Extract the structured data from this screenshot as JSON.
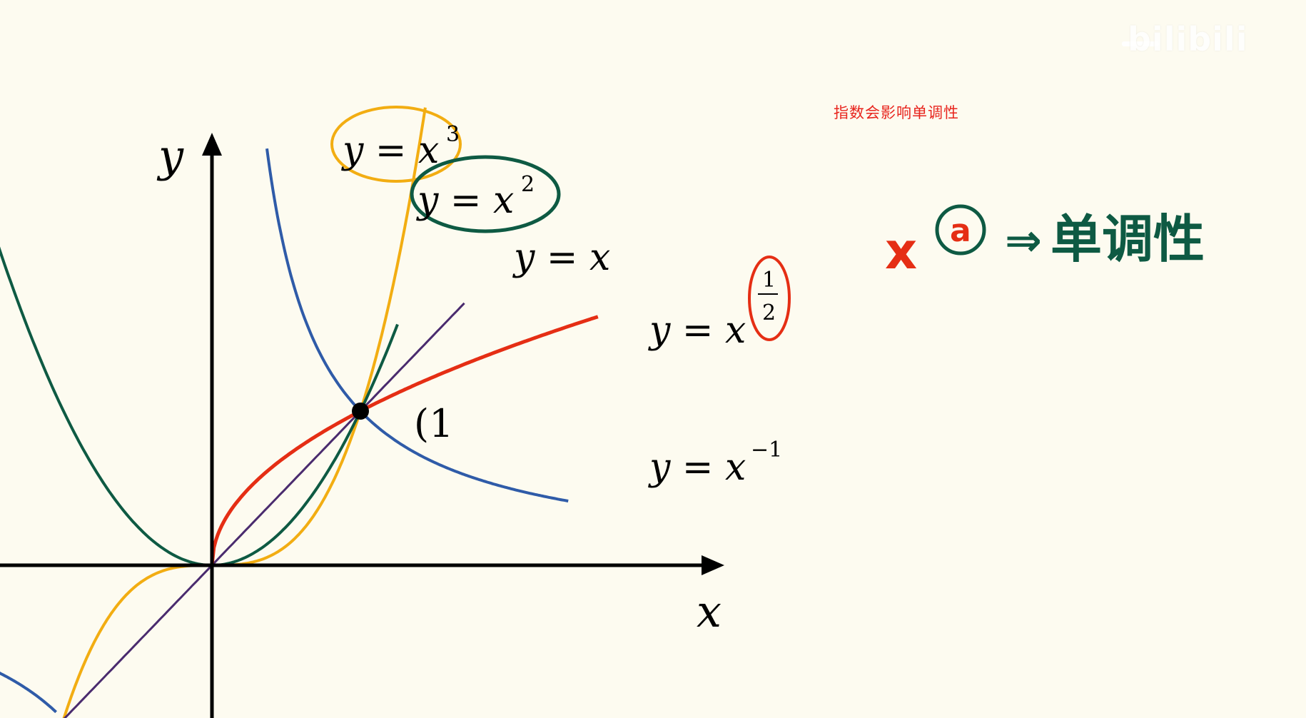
{
  "annotation_text": "指数会影响单调性",
  "watermark": "bilibili",
  "handwriting": {
    "base": "x",
    "exponent": "a",
    "arrow": "⇒",
    "conclusion": "单调性"
  },
  "colors": {
    "background": "#fdfbf0",
    "cubic": "#f2ad12",
    "square": "#0e5a43",
    "linear": "#4a2b6e",
    "sqrt": "#e52e14",
    "inverse": "#2f5ba8",
    "annotation": "#e8251e",
    "axis": "#000000"
  },
  "chart_data": {
    "type": "line",
    "xlabel": "x",
    "ylabel": "y",
    "point_label": "(1",
    "marked_point": {
      "x": 1,
      "y": 1
    },
    "series": [
      {
        "name": "y = x^3",
        "label_base": "y = x",
        "label_exp": "3",
        "exponent": 3,
        "circled": true
      },
      {
        "name": "y = x^2",
        "label_base": "y = x",
        "label_exp": "2",
        "exponent": 2,
        "circled": true
      },
      {
        "name": "y = x",
        "label_base": "y = x",
        "label_exp": "",
        "exponent": 1,
        "circled": false
      },
      {
        "name": "y = x^(1/2)",
        "label_base": "y = x",
        "label_exp_num": "1",
        "label_exp_den": "2",
        "exponent": 0.5,
        "circled": true
      },
      {
        "name": "y = x^-1",
        "label_base": "y = x",
        "label_exp": "−1",
        "exponent": -1,
        "circled": false
      }
    ]
  }
}
